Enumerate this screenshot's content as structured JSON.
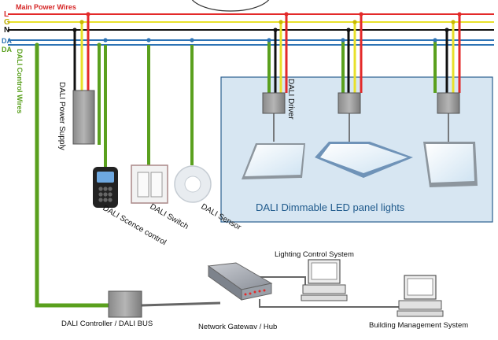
{
  "wire_labels": {
    "main_power": "Main Power Wires",
    "L": "L",
    "G": "G",
    "N": "N",
    "DA1": "DA",
    "DA2": "DA",
    "dali_control": "DALI Control Wires"
  },
  "device_labels": {
    "power_supply": "DALI Power Supply",
    "scene_control": "DALI Scence control",
    "switch": "DALI Switch",
    "sensor": "DALI Sensor",
    "driver": "DALI Driver",
    "panel_lights": "DALI Dimmable LED panel lights",
    "lighting_control_system": "Lighting Control System",
    "controller": "DALI Controller / DALI BUS",
    "gateway": "Network Gatewav / Hub",
    "bms": "Building Management System"
  },
  "colors": {
    "live": "#e32a2a",
    "ground": "#e8e02a",
    "neutral": "#111111",
    "dali_bus": "#2e74b5",
    "dali_control": "#5aa01e",
    "panel_area": "#d7e6f2",
    "label_blue": "#1f5a8c"
  }
}
